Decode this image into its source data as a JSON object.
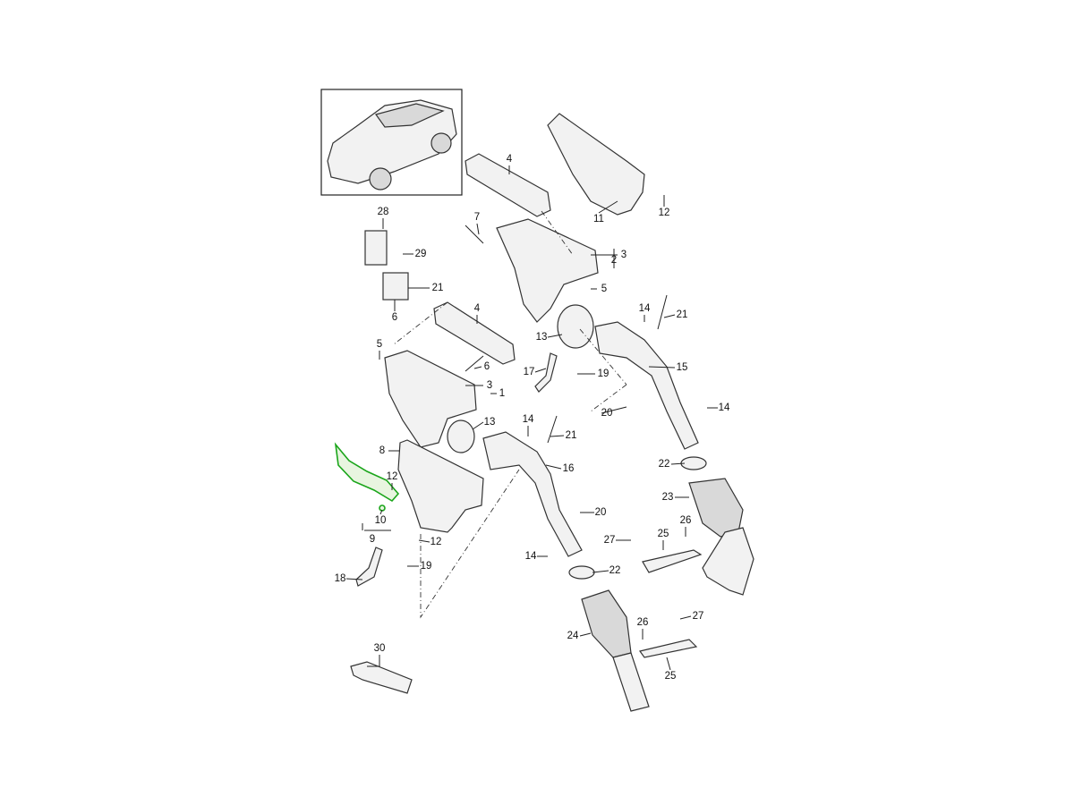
{
  "title": "Exhaust manifold / catalytic converter parts diagram",
  "highlight_color": "#1aa51a",
  "callouts": [
    "4",
    "7",
    "28",
    "29",
    "11",
    "12",
    "3",
    "2",
    "5",
    "21",
    "6",
    "4",
    "14",
    "21",
    "13",
    "5",
    "6",
    "17",
    "19",
    "15",
    "3",
    "1",
    "13",
    "14",
    "21",
    "20",
    "14",
    "8",
    "12",
    "16",
    "22",
    "23",
    "20",
    "10",
    "9",
    "26",
    "27",
    "25",
    "12",
    "14",
    "19",
    "22",
    "18",
    "27",
    "26",
    "24",
    "25",
    "30"
  ]
}
